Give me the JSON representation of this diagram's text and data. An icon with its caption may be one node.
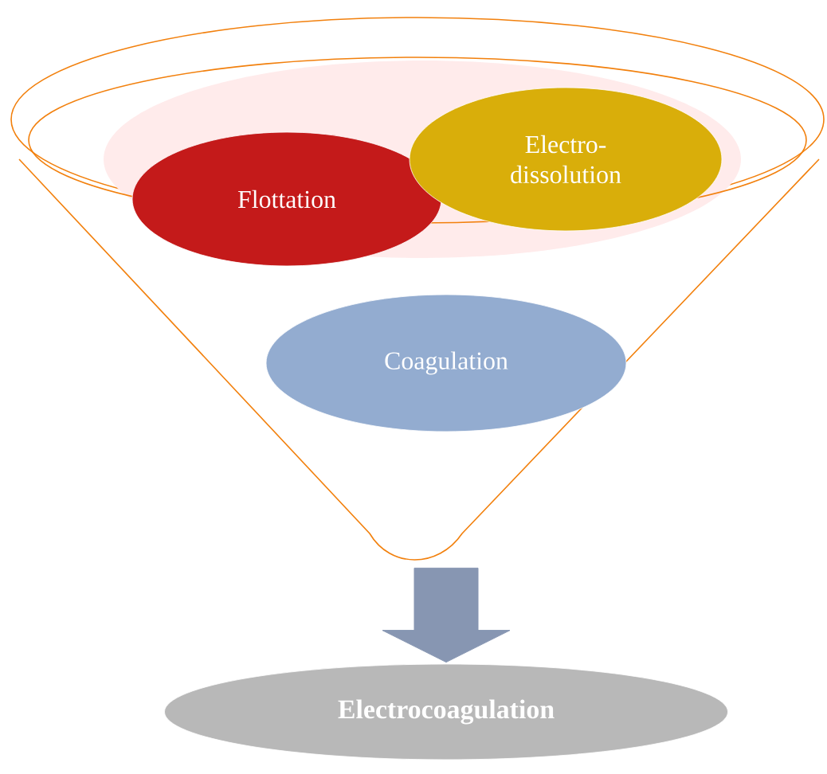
{
  "diagram": {
    "nodes": [
      {
        "text": [],
        "shape": "funnel"
      },
      {
        "text": [
          "Flottation"
        ],
        "in": 0
      },
      {
        "text": [
          "Electro- dissolution"
        ],
        "in": 0
      },
      {
        "text": [
          "Coagulation"
        ],
        "in": 0
      },
      {
        "text": [
          "Electrocoagulation"
        ]
      }
    ],
    "edges": [
      {
        "from": 0,
        "to": 4,
        "arrow": "to",
        "style": "thick"
      }
    ]
  }
}
